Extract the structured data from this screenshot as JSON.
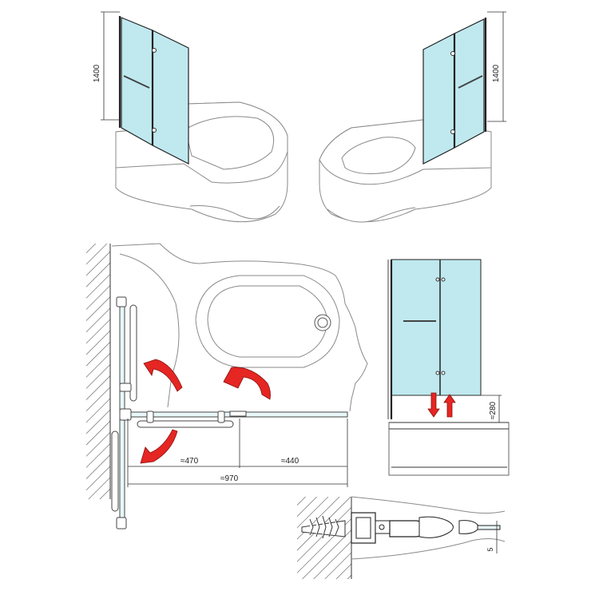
{
  "dimensions": {
    "height_left": "1400",
    "height_right": "1400",
    "gap_bottom": "≈280",
    "panel_a": "≈470",
    "panel_b": "≈440",
    "total_width": "≈970",
    "seal_gap": "5"
  },
  "colors": {
    "glass": "#bfe9ef",
    "arrow": "#e52622",
    "frame": "#222222",
    "tub_outline": "#8a8a8a"
  }
}
